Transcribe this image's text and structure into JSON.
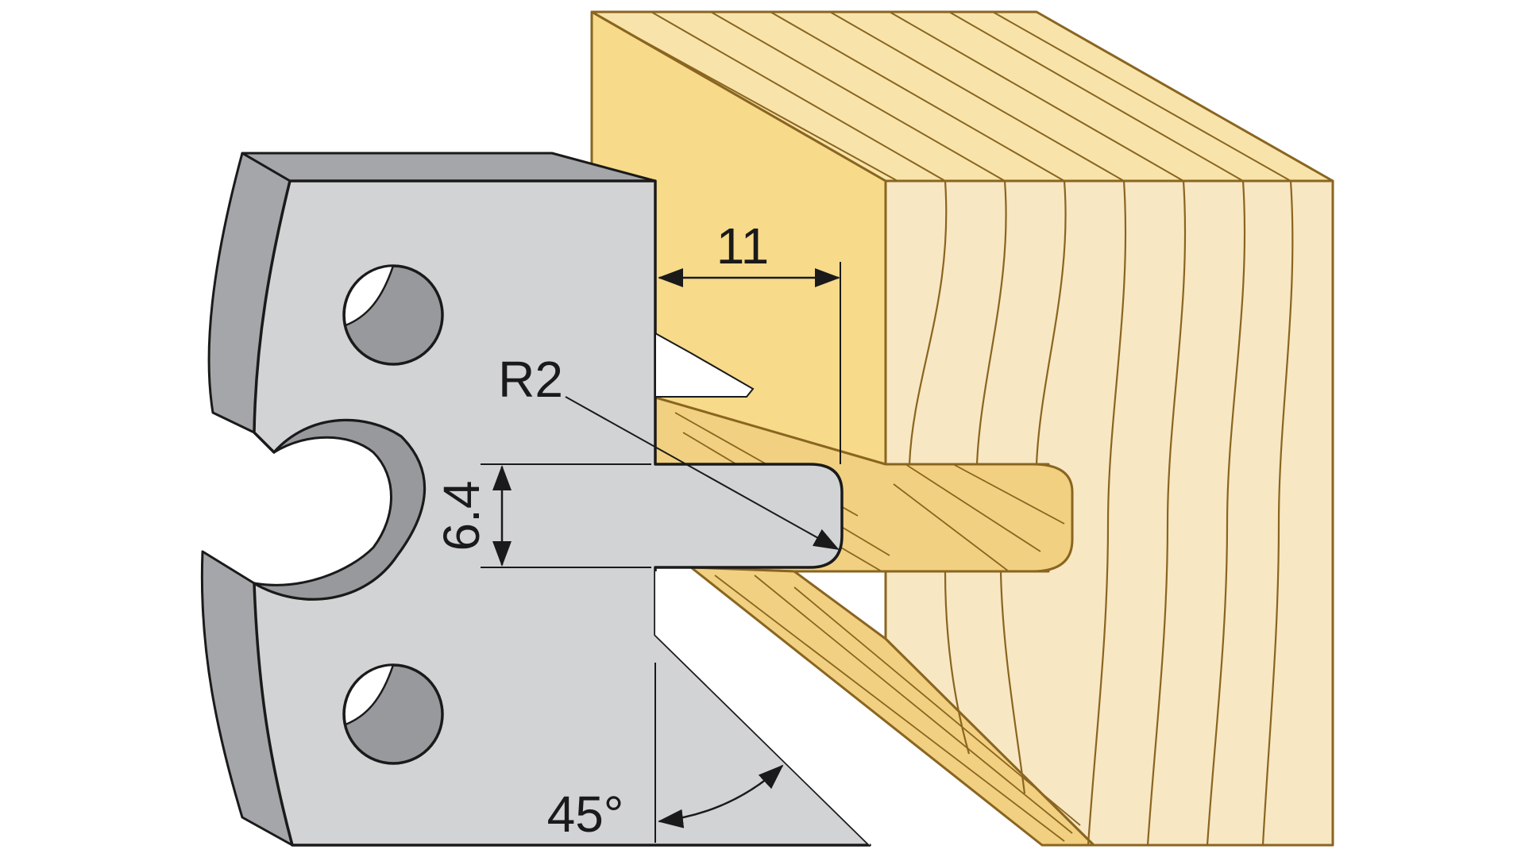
{
  "labels": {
    "width_dimension": "11",
    "radius": "R2",
    "height_dimension": "6.4",
    "angle": "45°"
  },
  "colors": {
    "background": "#ffffff",
    "blade_face": "#d2d3d5",
    "blade_edge": "#a5a6a9",
    "blade_bore": "#98999c",
    "wood_top": "#f8e4aa",
    "wood_end": "#f8e7c3",
    "wood_side": "#f7da8a",
    "wood_cut": "#f1d081",
    "grain_line": "#8a6520",
    "outline": "#1a1a1a"
  }
}
